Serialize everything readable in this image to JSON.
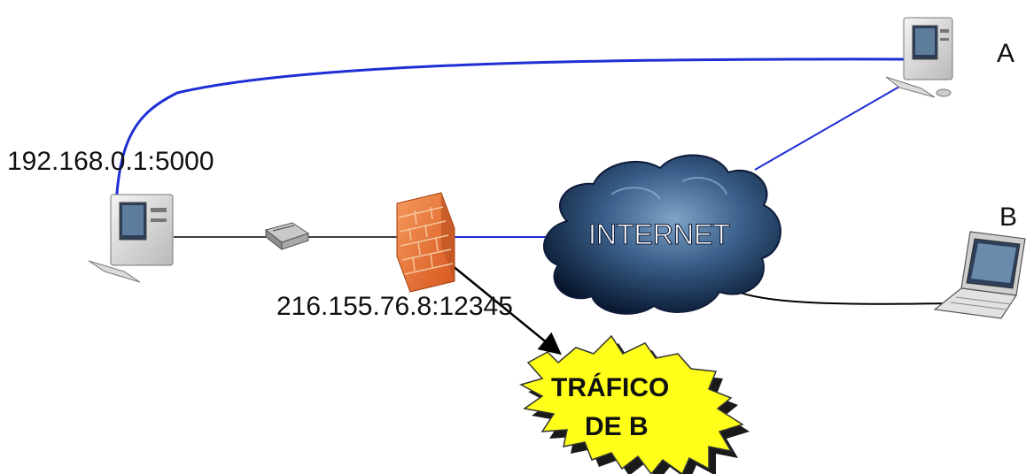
{
  "labels": {
    "node_a": "A",
    "node_b": "B",
    "local_address": "192.168.0.1:5000",
    "public_address": "216.155.76.8:12345",
    "internet": "INTERNET",
    "traffic_line1": "TRÁFICO",
    "traffic_line2": "DE B"
  },
  "colors": {
    "blue_link": "#1f2fd6",
    "black_link": "#000000",
    "cloud_dark": "#0a1a35",
    "cloud_light": "#6d8fb2",
    "firewall": "#e8763a",
    "burst_fill": "#ffff1a",
    "text": "#111111"
  },
  "icons": {
    "computer_a": "desktop-computer-icon",
    "computer_local": "desktop-computer-icon",
    "laptop_b": "laptop-icon",
    "hub": "network-hub-icon",
    "firewall": "firewall-icon",
    "cloud": "internet-cloud-icon",
    "burst": "explosion-burst-icon"
  }
}
